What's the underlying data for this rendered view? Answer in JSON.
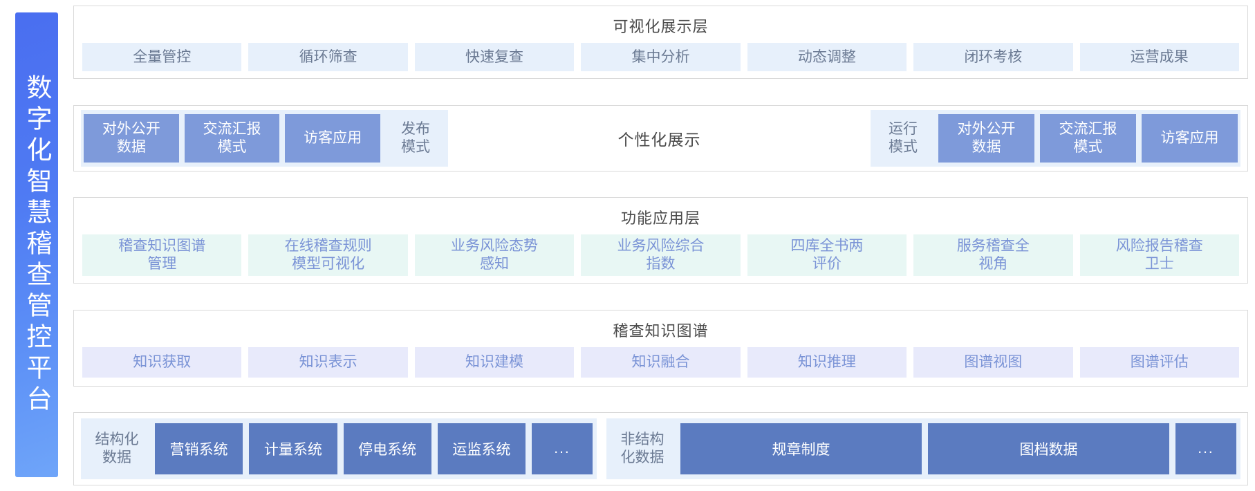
{
  "banner": {
    "title": "数字化智慧稽查管控平台"
  },
  "layers": {
    "visualization": {
      "title": "可视化展示层",
      "items": [
        {
          "label": "全量管控"
        },
        {
          "label": "循环筛查"
        },
        {
          "label": "快速复查"
        },
        {
          "label": "集中分析"
        },
        {
          "label": "动态调整"
        },
        {
          "label": "闭环考核"
        },
        {
          "label": "运营成果"
        }
      ]
    },
    "modes": {
      "center_label": "个性化展示",
      "left_group": [
        {
          "label": "对外公开\n数据",
          "style": "solid"
        },
        {
          "label": "交流汇报\n模式",
          "style": "solid"
        },
        {
          "label": "访客应用",
          "style": "solid"
        },
        {
          "label": "发布\n模式",
          "style": "ghost"
        }
      ],
      "right_group": [
        {
          "label": "运行\n模式",
          "style": "ghost"
        },
        {
          "label": "对外公开\n数据",
          "style": "solid"
        },
        {
          "label": "交流汇报\n模式",
          "style": "solid"
        },
        {
          "label": "访客应用",
          "style": "solid"
        }
      ]
    },
    "function": {
      "title": "功能应用层",
      "items": [
        {
          "label": "稽查知识图谱\n管理"
        },
        {
          "label": "在线稽查规则\n模型可视化"
        },
        {
          "label": "业务风险态势\n感知"
        },
        {
          "label": "业务风险综合\n指数"
        },
        {
          "label": "四库全书两\n评价"
        },
        {
          "label": "服务稽查全\n视角"
        },
        {
          "label": "风险报告稽查\n卫士"
        }
      ]
    },
    "knowledge_graph": {
      "title": "稽查知识图谱",
      "items": [
        {
          "label": "知识获取"
        },
        {
          "label": "知识表示"
        },
        {
          "label": "知识建模"
        },
        {
          "label": "知识融合"
        },
        {
          "label": "知识推理"
        },
        {
          "label": "图谱视图"
        },
        {
          "label": "图谱评估"
        }
      ]
    },
    "data_sources": {
      "structured": {
        "label": "结构化\n数据",
        "items": [
          {
            "label": "营销系统"
          },
          {
            "label": "计量系统"
          },
          {
            "label": "停电系统"
          },
          {
            "label": "运监系统"
          },
          {
            "label": "...",
            "kind": "ellipsis"
          }
        ]
      },
      "unstructured": {
        "label": "非结构\n化数据",
        "items": [
          {
            "label": "规章制度"
          },
          {
            "label": "图档数据"
          },
          {
            "label": "...",
            "kind": "ellipsis"
          }
        ]
      }
    }
  },
  "colors": {
    "banner_gradient_start": "#4a6ef0",
    "banner_gradient_end": "#6fa5f9",
    "light_blue_chip": "#e7f0fb",
    "solid_blue_chip": "#7e9ada",
    "mint_chip": "#e8f7f4",
    "lavender_chip": "#e8eafb",
    "data_box_blue": "#5b7bc0",
    "layer_border": "#d9d9d9",
    "title_text": "#4a4a4a",
    "chip_text_blue": "#7a93d6",
    "chip_text_grey": "#6b7a93"
  }
}
